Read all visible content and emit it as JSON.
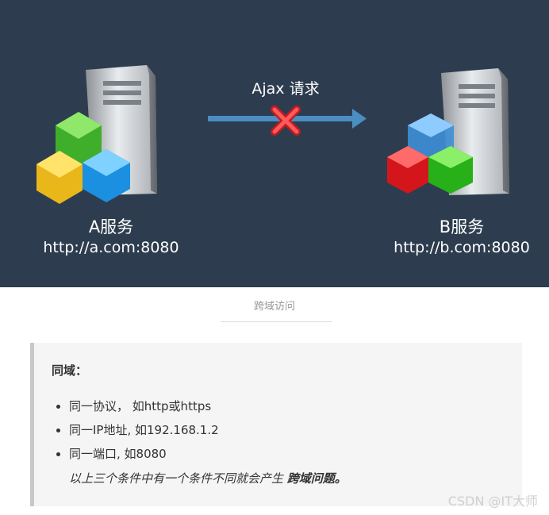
{
  "diagram": {
    "arrow_label": "Ajax 请求",
    "service_a": {
      "name": "A服务",
      "url": "http://a.com:8080"
    },
    "service_b": {
      "name": "B服务",
      "url": "http://b.com:8080"
    },
    "colors": {
      "background": "#2d3d4f",
      "arrow": "#4a8ec2",
      "cross": "#e0242c"
    }
  },
  "caption": "跨域访问",
  "quote": {
    "title": "同域：",
    "items": [
      "同一协议， 如http或https",
      "同一IP地址, 如192.168.1.2",
      "同一端口, 如8080"
    ],
    "note_prefix": "以上三个条件中有一个条件不同就会产生",
    "note_emphasis": "跨域问题。"
  },
  "watermark": "CSDN @IT大师"
}
